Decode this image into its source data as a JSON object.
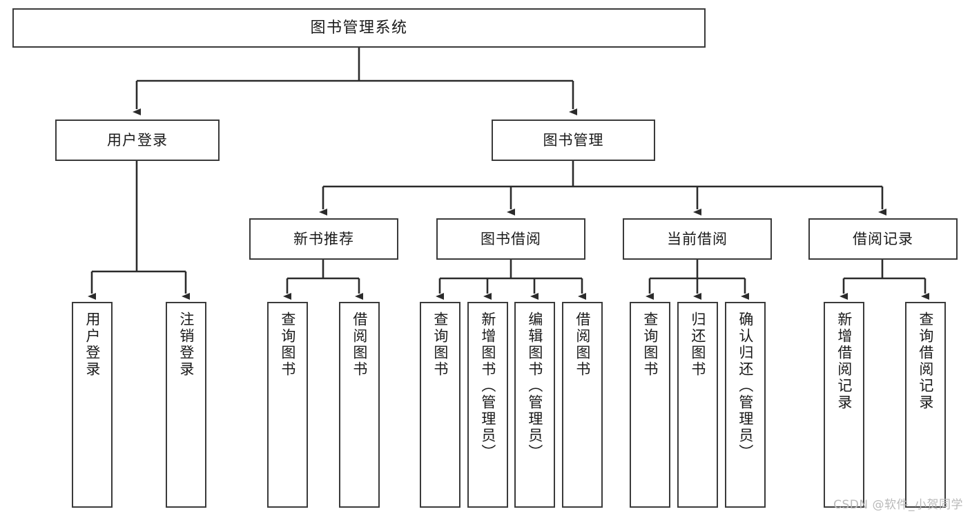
{
  "diagram": {
    "title": "图书管理系统",
    "type": "tree-hierarchy-diagram",
    "colors": {
      "node_border": "#3a3a3a",
      "node_fill": "#ffffff",
      "edge": "#2b2b2b",
      "text": "#1a1a1a",
      "background": "#ffffff",
      "watermark": "#b9b9b9"
    },
    "root": {
      "label": "图书管理系统"
    },
    "level2": [
      {
        "label": "用户登录"
      },
      {
        "label": "图书管理"
      }
    ],
    "level3": [
      {
        "label": "新书推荐"
      },
      {
        "label": "图书借阅"
      },
      {
        "label": "当前借阅"
      },
      {
        "label": "借阅记录"
      }
    ],
    "leaves": {
      "user_login": [
        {
          "label": "用户登录"
        },
        {
          "label": "注销登录"
        }
      ],
      "new_book_recommend": [
        {
          "label": "查询图书"
        },
        {
          "label": "借阅图书"
        }
      ],
      "book_borrow": [
        {
          "label": "查询图书"
        },
        {
          "label": "新增图书（管理员）"
        },
        {
          "label": "编辑图书（管理员）"
        },
        {
          "label": "借阅图书"
        }
      ],
      "current_borrow": [
        {
          "label": "查询图书"
        },
        {
          "label": "归还图书"
        },
        {
          "label": "确认归还（管理员）"
        }
      ],
      "borrow_record": [
        {
          "label": "新增借阅记录"
        },
        {
          "label": "查询借阅记录"
        }
      ]
    }
  },
  "watermark": {
    "text": "CSDN @软件_小贺同学"
  }
}
